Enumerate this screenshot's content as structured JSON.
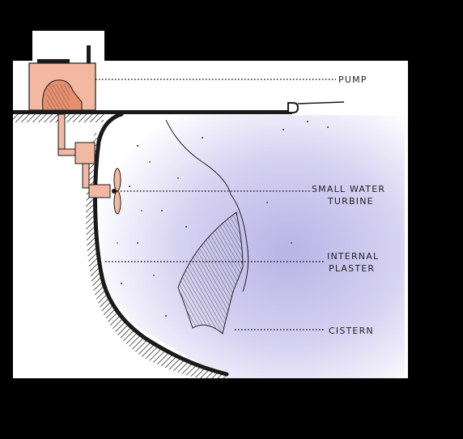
{
  "diagram": {
    "labels": {
      "pump": "PUMP",
      "turbine_line1": "SMALL WATER",
      "turbine_line2": "TURBINE",
      "plaster_line1": "INTERNAL",
      "plaster_line2": "PLASTER",
      "cistern": "CISTERN"
    },
    "colors": {
      "background": "#000000",
      "paper": "#ffffff",
      "water": "#b9b3e6",
      "machinery": "#f2b8a2",
      "ink": "#1a1a1a"
    }
  }
}
